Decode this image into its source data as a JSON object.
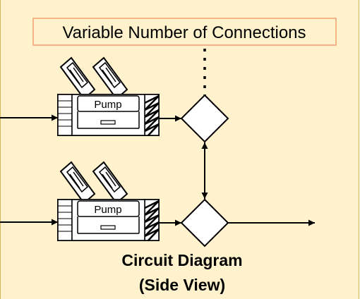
{
  "header": {
    "label": "Variable Number of Connections"
  },
  "pumps": [
    {
      "label": "Pump"
    },
    {
      "label": "Pump"
    }
  ],
  "caption": {
    "line1": "Circuit Diagram",
    "line2": "(Side View)"
  },
  "colors": {
    "panel_fill": "#FFF2CC",
    "panel_border": "#D6B656",
    "label_border": "#F0A070",
    "stroke": "#000000",
    "background": "#FFFFFF"
  },
  "icons": {
    "pump": "pump-icon",
    "junction": "diamond-junction",
    "arrow": "arrow-head"
  }
}
